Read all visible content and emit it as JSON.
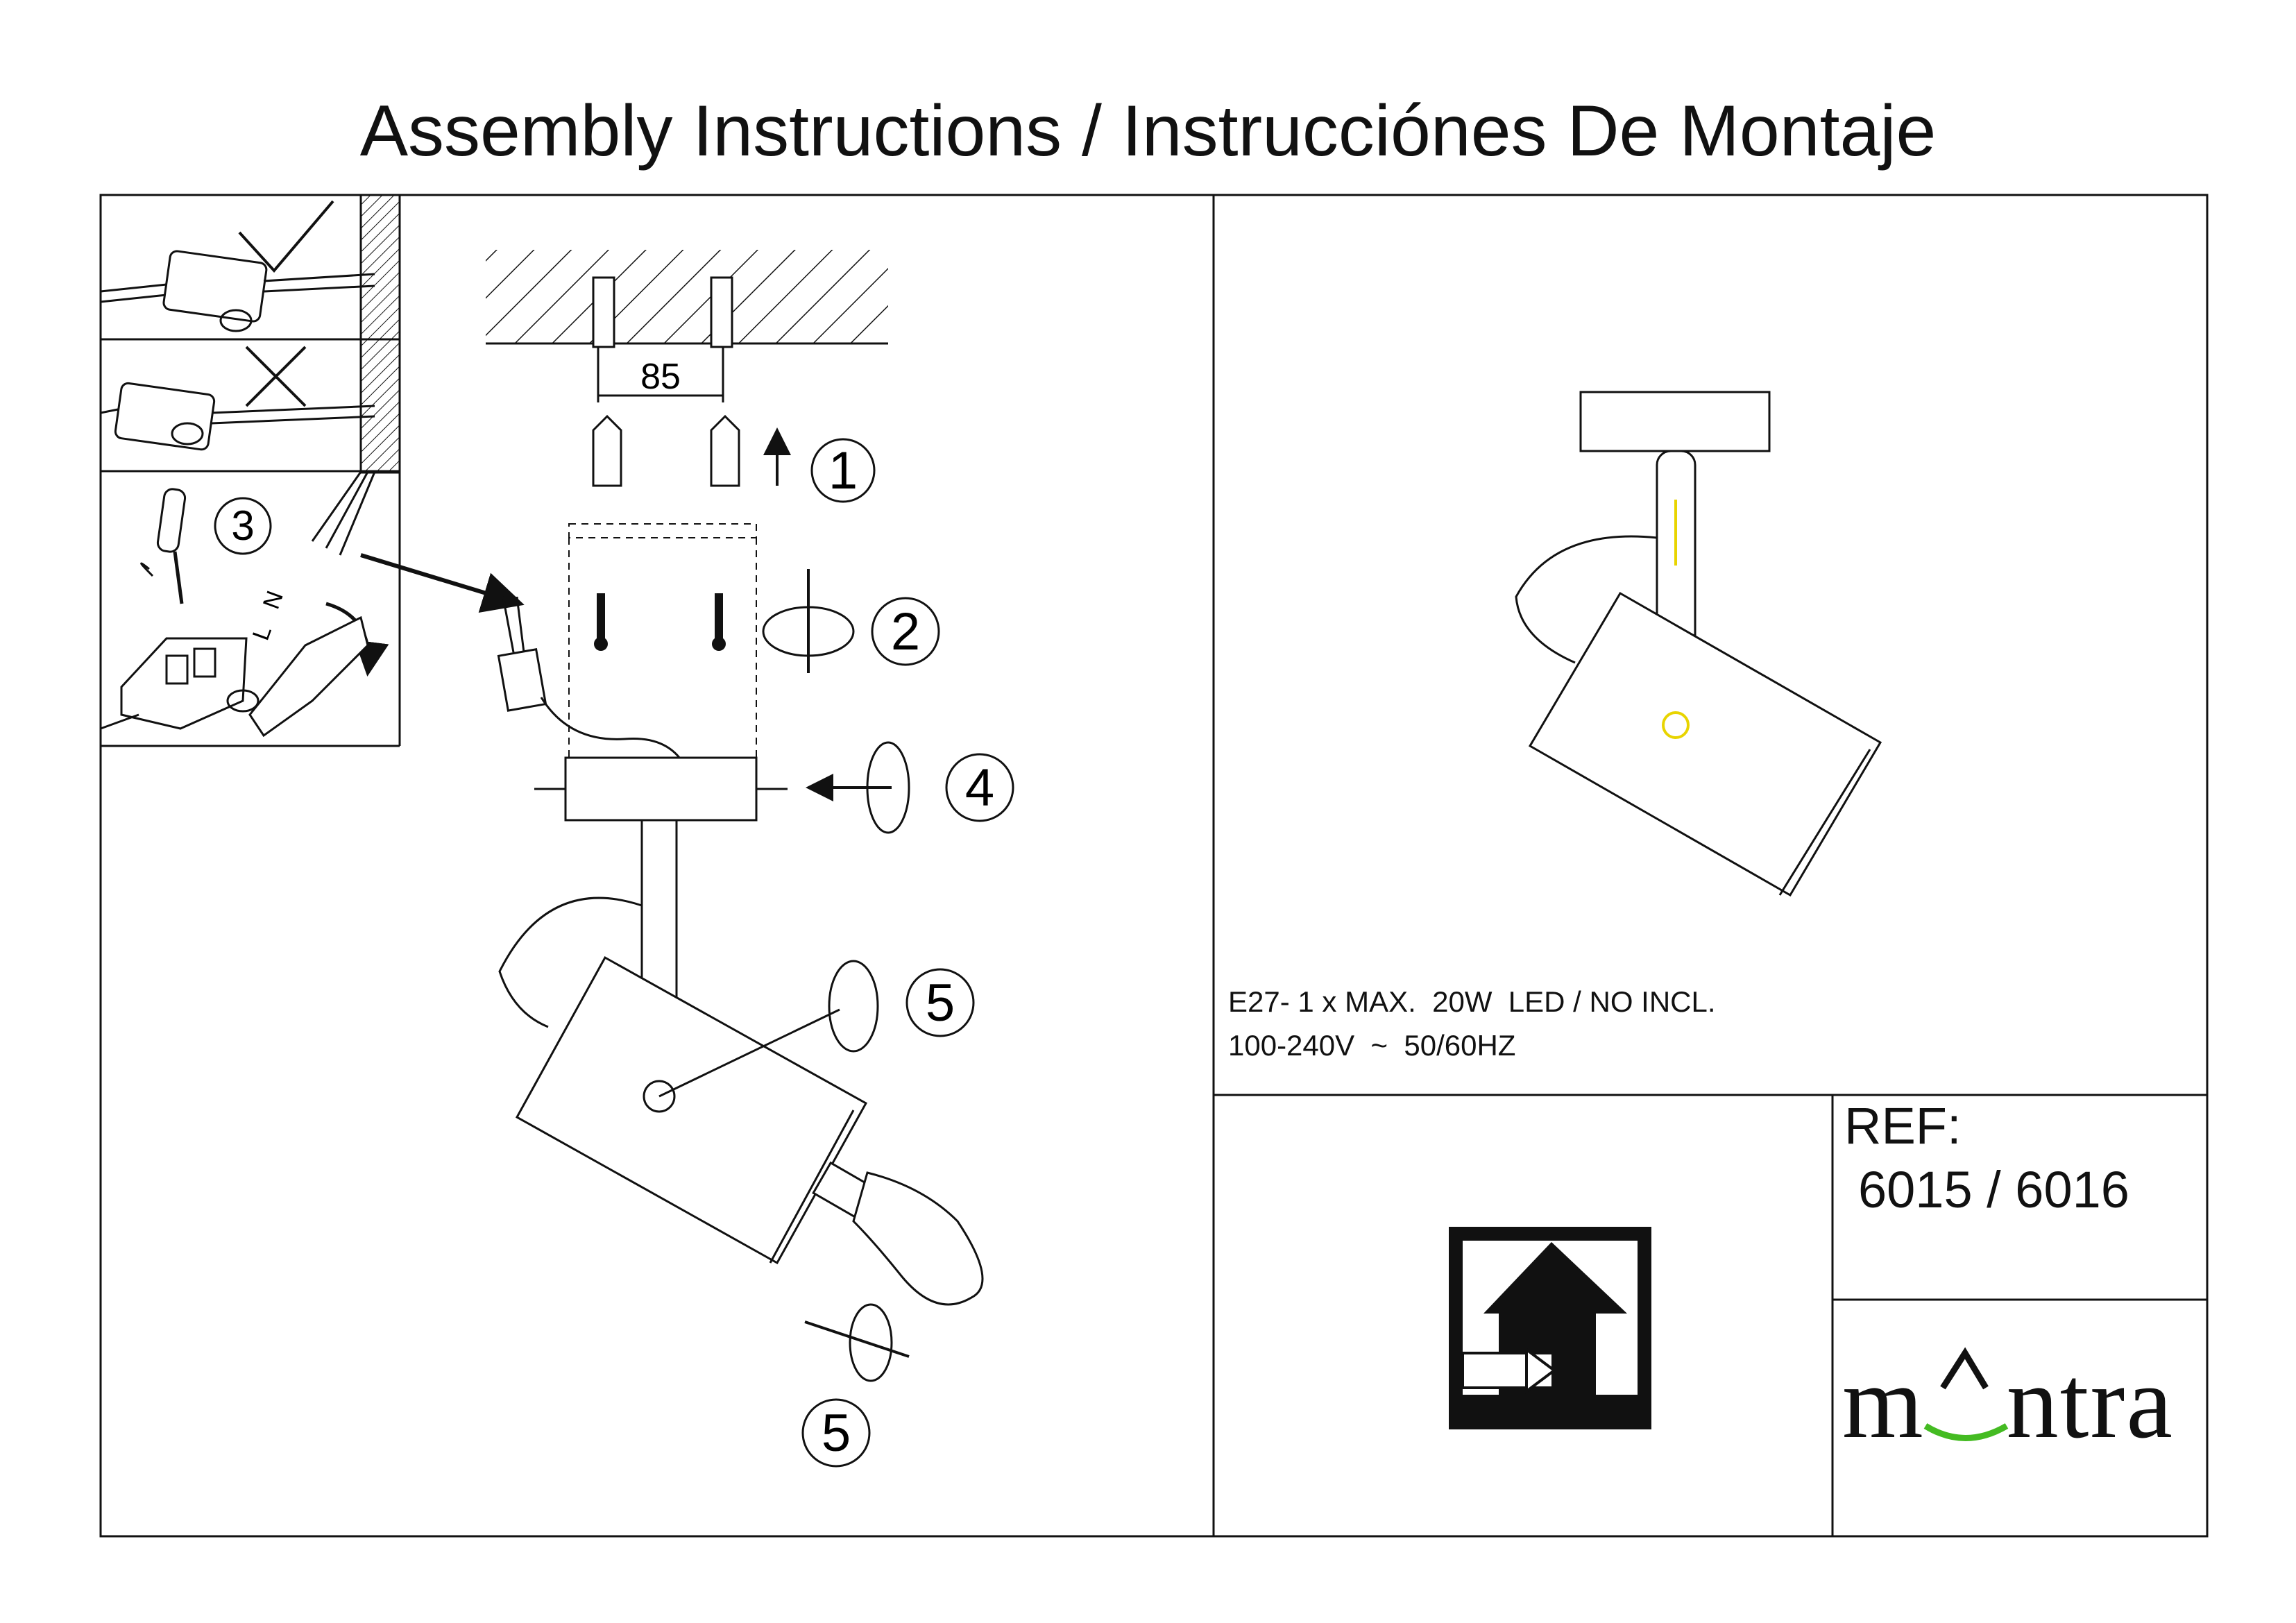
{
  "title": "Assembly Instructions / Instrucciónes De Montaje",
  "dimension": "85",
  "steps": {
    "s1": "1",
    "s2": "2",
    "s3": "3",
    "s4": "4",
    "s5a": "5",
    "s5b": "5"
  },
  "wire_labels": {
    "n": "N",
    "l": "L"
  },
  "specs": {
    "line1": "E27- 1 x MAX.  20W  LED / NO INCL.",
    "line2": "100-240V  ~  50/60HZ"
  },
  "ref": {
    "label": "REF:",
    "value": "6015 / 6016"
  },
  "brand": {
    "left": "m",
    "right": "ntra"
  },
  "icons": [
    "check-icon",
    "cross-icon",
    "rotate-arrow-icon",
    "indoor-use-icon",
    "screwdriver-icon",
    "wall-plug-icon",
    "screw-icon",
    "light-bulb-icon"
  ],
  "colors": {
    "line": "#111111",
    "brand_accent": "#44bb22",
    "filament": "#e8d400"
  }
}
